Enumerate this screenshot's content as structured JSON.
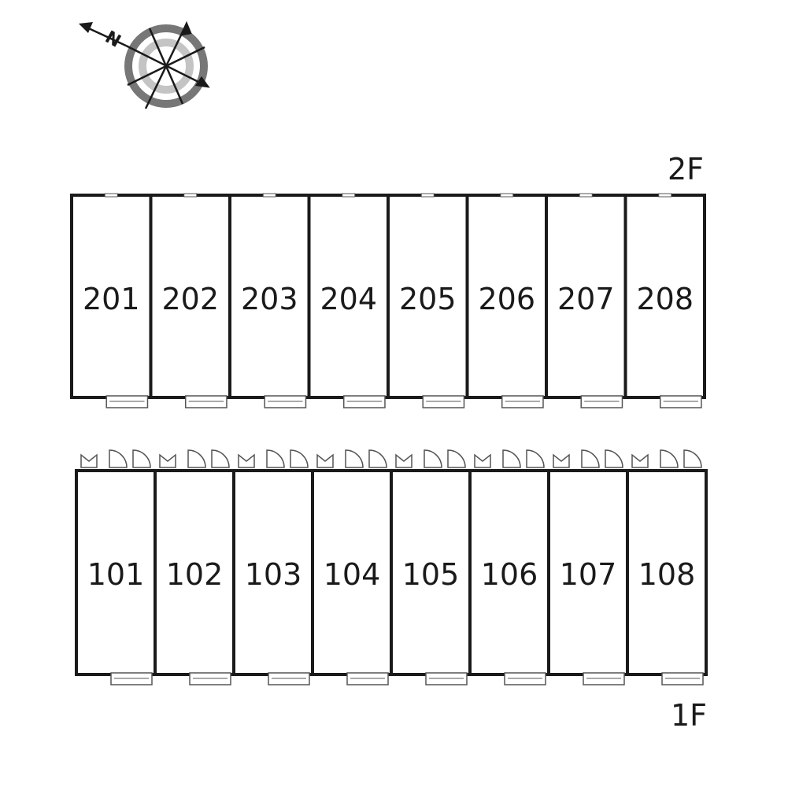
{
  "compass": {
    "north_label": "N"
  },
  "floors": [
    {
      "label": "2F",
      "units": [
        "201",
        "202",
        "203",
        "204",
        "205",
        "206",
        "207",
        "208"
      ]
    },
    {
      "label": "1F",
      "units": [
        "101",
        "102",
        "103",
        "104",
        "105",
        "106",
        "107",
        "108"
      ]
    }
  ],
  "colors": {
    "line": "#1a1a1a",
    "compass_outer": "#777777",
    "compass_inner": "#c4c4c4",
    "thin": "#555555"
  }
}
